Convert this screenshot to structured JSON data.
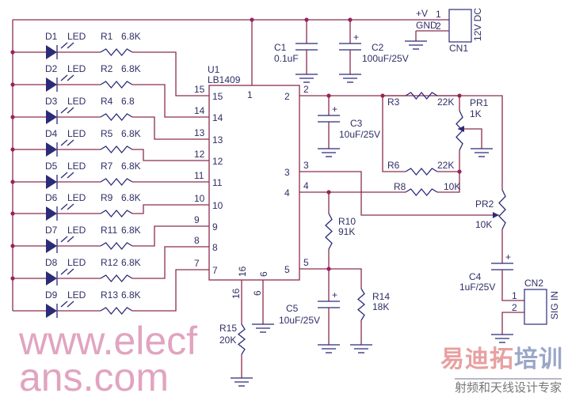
{
  "leds": [
    {
      "ref": "D1",
      "type": "LED",
      "res": "R1",
      "val": "6.8K"
    },
    {
      "ref": "D2",
      "type": "LED",
      "res": "R2",
      "val": "6.8K"
    },
    {
      "ref": "D3",
      "type": "LED",
      "res": "R4",
      "val": "6.8"
    },
    {
      "ref": "D4",
      "type": "LED",
      "res": "R5",
      "val": "6.8K"
    },
    {
      "ref": "D5",
      "type": "LED",
      "res": "R7",
      "val": "6.8K"
    },
    {
      "ref": "D6",
      "type": "LED",
      "res": "R9",
      "val": "6.8K"
    },
    {
      "ref": "D7",
      "type": "LED",
      "res": "R11",
      "val": "6.8K"
    },
    {
      "ref": "D8",
      "type": "LED",
      "res": "R12",
      "val": "6.8K"
    },
    {
      "ref": "D9",
      "type": "LED",
      "res": "R13",
      "val": "6.8K"
    }
  ],
  "ic": {
    "ref": "U1",
    "part": "LB1409",
    "pin_top": "1",
    "left_pins": [
      "15",
      "14",
      "13",
      "12",
      "11",
      "10",
      "9",
      "8",
      "7"
    ],
    "right_pins": [
      "2",
      "3",
      "4",
      "5"
    ],
    "bottom_pins": [
      "16",
      "6"
    ]
  },
  "power": {
    "vplus": "+V",
    "gnd": "GND",
    "pin1": "1",
    "pin2": "2",
    "connector": "CN1",
    "connector_label": "12V DC"
  },
  "caps": {
    "c1": {
      "ref": "C1",
      "val": "0.1uF"
    },
    "c2": {
      "ref": "C2",
      "val": "100uF/25V"
    },
    "c3": {
      "ref": "C3",
      "val": "10uF/25V"
    },
    "c4": {
      "ref": "C4",
      "val": "1uF/25V"
    },
    "c5": {
      "ref": "C5",
      "val": "10uF/25V"
    }
  },
  "res": {
    "r3": {
      "ref": "R3",
      "val": "22K"
    },
    "r6": {
      "ref": "R6",
      "val": "22K"
    },
    "r8": {
      "ref": "R8",
      "val": "10K"
    },
    "r10": {
      "ref": "R10",
      "val": "91K"
    },
    "r14": {
      "ref": "R14",
      "val": "18K"
    },
    "r15": {
      "ref": "R15",
      "val": "20K"
    },
    "pr1": {
      "ref": "PR1",
      "val": "1K"
    },
    "pr2": {
      "ref": "PR2",
      "val": "10K"
    }
  },
  "input": {
    "connector": "CN2",
    "label": "SIG IN",
    "pin1": "1",
    "pin2": "2"
  },
  "plus_sign": "+",
  "watermark": "www.elecfans.com",
  "logo": {
    "part1": "易迪拓",
    "part2": "培训",
    "sub": "射频和天线设计专家"
  },
  "colors": {
    "wire": "#8c2d4d",
    "symbol": "#2b2b78",
    "dot": "#9b2060"
  }
}
